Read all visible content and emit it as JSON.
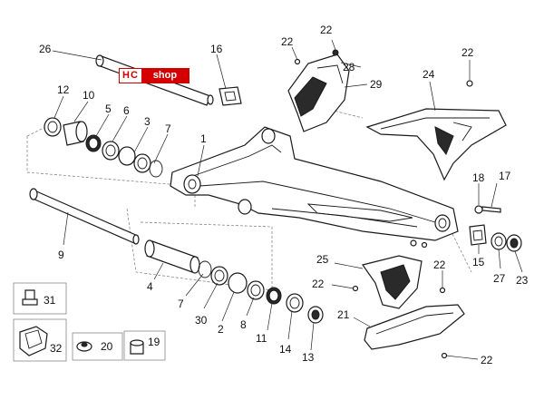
{
  "logo": {
    "prefix": "HC",
    "suffix": "shop",
    "accent": "#d40000"
  },
  "labels": {
    "l1": "1",
    "l2": "2",
    "l3": "3",
    "l4": "4",
    "l5": "5",
    "l6": "6",
    "l7a": "7",
    "l7b": "7",
    "l8": "8",
    "l9": "9",
    "l10": "10",
    "l11": "11",
    "l12": "12",
    "l13": "13",
    "l14": "14",
    "l15": "15",
    "l16": "16",
    "l17": "17",
    "l18": "18",
    "l19": "19",
    "l20": "20",
    "l21": "21",
    "l22a": "22",
    "l22b": "22",
    "l22c": "22",
    "l22d": "22",
    "l22e": "22",
    "l22f": "22",
    "l23": "23",
    "l24": "24",
    "l25": "25",
    "l26": "26",
    "l27": "27",
    "l28": "28",
    "l29": "29",
    "l30": "30",
    "l31": "31",
    "l32": "32"
  }
}
